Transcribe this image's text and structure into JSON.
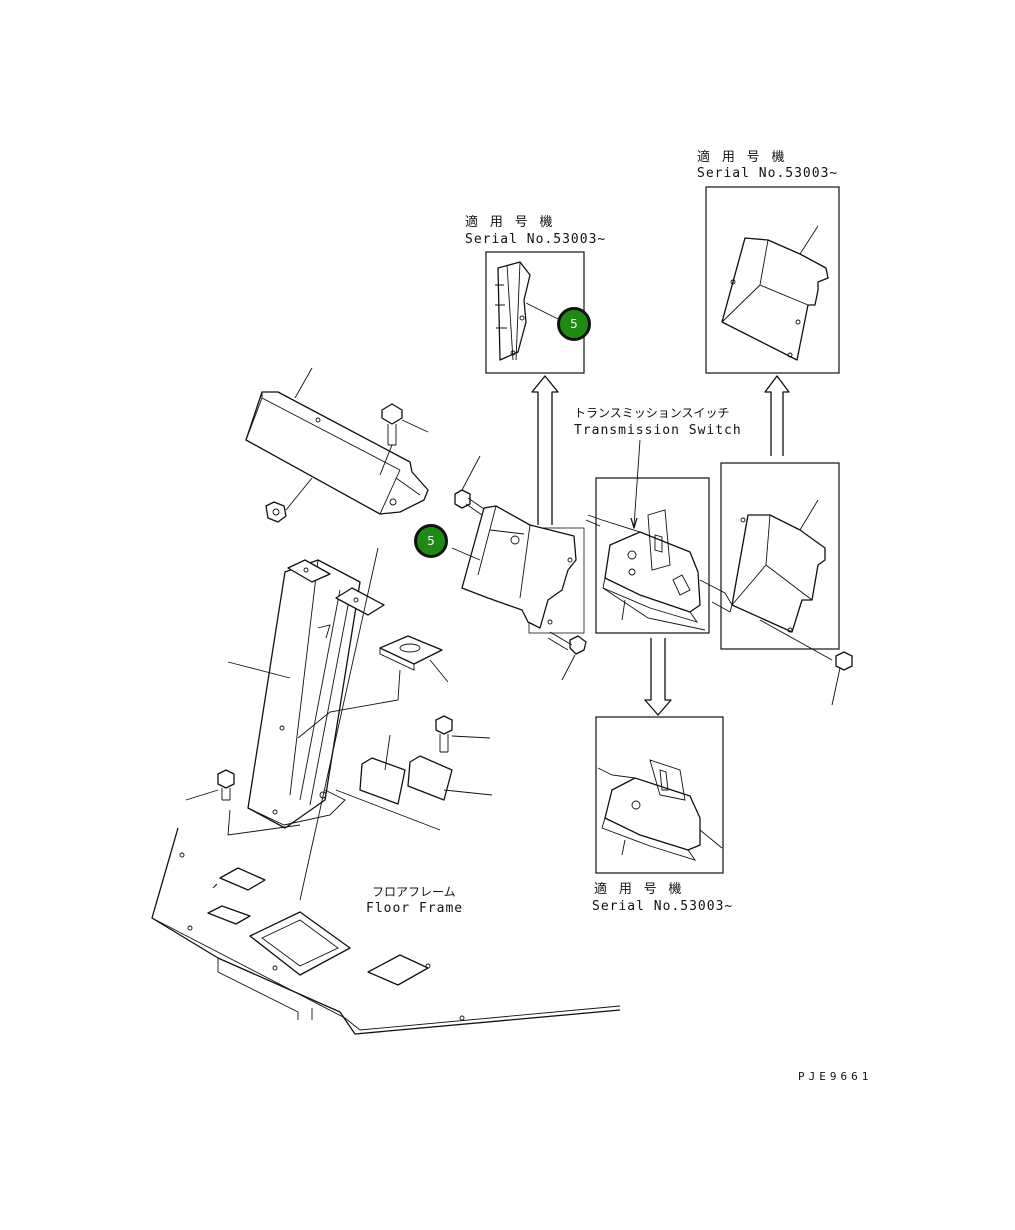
{
  "labels": {
    "applicable_serial_top_right_jp": "適 用 号 機",
    "applicable_serial_top_right_en": "Serial No.53003~",
    "applicable_serial_top_mid_jp": "適 用 号 機",
    "applicable_serial_top_mid_en": "Serial No.53003~",
    "transmission_switch_jp": "トランスミッションスイッチ",
    "transmission_switch_en": "Transmission Switch",
    "applicable_serial_bottom_jp": "適 用 号 機",
    "applicable_serial_bottom_en": "Serial No.53003~",
    "floor_frame_jp": "フロアフレーム",
    "floor_frame_en": "Floor Frame",
    "drawing_number": "PJE9661"
  },
  "callouts": [
    {
      "number": "5",
      "color": "#1f8a12"
    },
    {
      "number": "5",
      "color": "#1f8a12"
    }
  ]
}
